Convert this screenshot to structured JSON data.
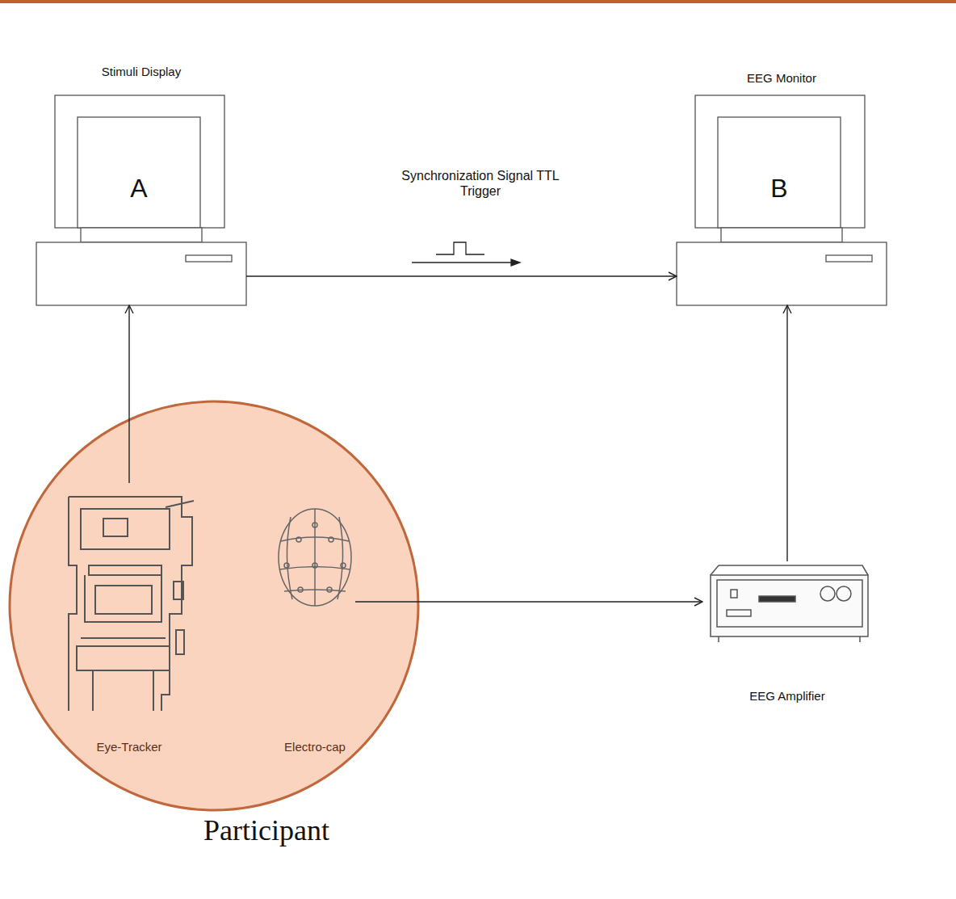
{
  "diagram": {
    "nodes": [
      {
        "text": [
          "Stimuli Display",
          "A"
        ]
      },
      {
        "text": [
          "EEG Monitor",
          "B"
        ]
      },
      {
        "text": [
          "Participant"
        ]
      },
      {
        "text": [
          "Eye-Tracker"
        ],
        "in": 2
      },
      {
        "text": [
          "Electro-cap"
        ],
        "in": 2
      },
      {
        "text": [
          "EEG Amplifier"
        ]
      }
    ],
    "edges": [
      {
        "from": 3,
        "to": 0,
        "arrow": "to"
      },
      {
        "from": 0,
        "to": 1,
        "label": "Synchronization Signal TTL Trigger",
        "arrow": "to"
      },
      {
        "from": 4,
        "to": 5,
        "arrow": "to"
      },
      {
        "from": 5,
        "to": 1,
        "arrow": "to"
      }
    ]
  }
}
